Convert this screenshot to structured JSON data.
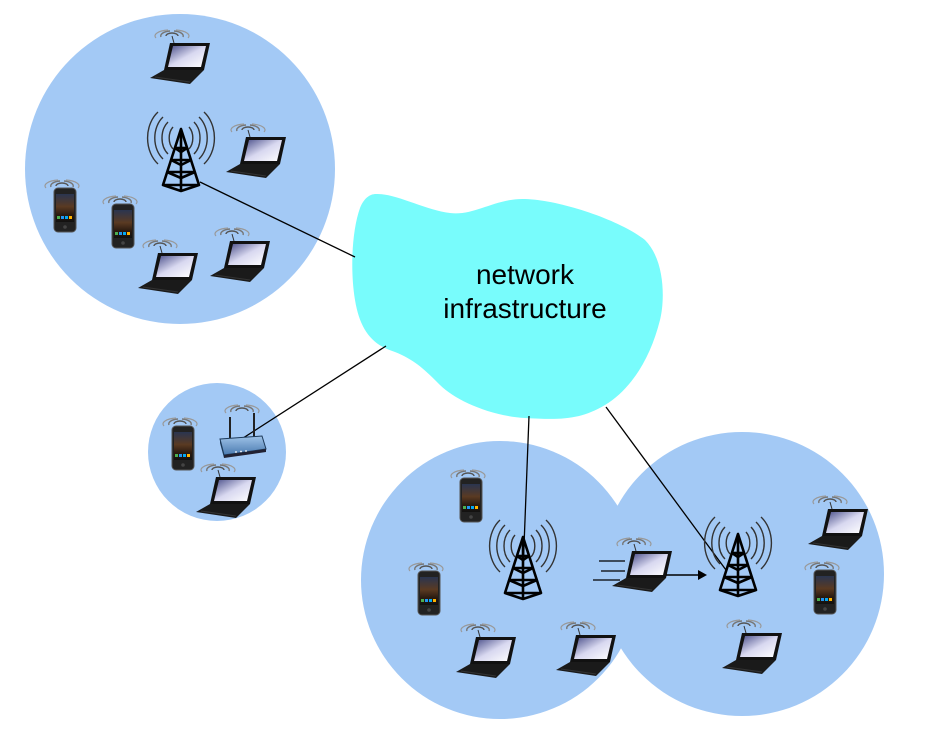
{
  "diagram": {
    "title": "Wireless network elements connected to network infrastructure",
    "colors": {
      "cell_fill": "#a3c9f5",
      "cloud_fill": "#78fcfc",
      "link": "#000000",
      "background": "#ffffff"
    },
    "cloud": {
      "label_line1": "network",
      "label_line2": "infrastructure"
    },
    "cells": [
      {
        "name": "cell-top-left",
        "base_station": "cell-tower",
        "devices": [
          "laptop",
          "laptop",
          "smartphone",
          "smartphone",
          "laptop",
          "laptop"
        ]
      },
      {
        "name": "cell-wifi-hotspot",
        "base_station": "wifi-router",
        "devices": [
          "smartphone",
          "laptop"
        ]
      },
      {
        "name": "cell-bottom-middle",
        "base_station": "cell-tower",
        "devices": [
          "smartphone",
          "smartphone",
          "laptop",
          "laptop"
        ]
      },
      {
        "name": "cell-bottom-right",
        "base_station": "cell-tower",
        "devices": [
          "laptop",
          "smartphone",
          "laptop"
        ],
        "mobile_device": "laptop moving toward base station (handoff)"
      }
    ],
    "links": [
      {
        "from": "cell-top-left tower",
        "to": "network infrastructure"
      },
      {
        "from": "wifi-router",
        "to": "network infrastructure"
      },
      {
        "from": "network infrastructure",
        "to": "cell-bottom-middle tower"
      },
      {
        "from": "network infrastructure",
        "to": "cell-bottom-right tower"
      }
    ]
  }
}
